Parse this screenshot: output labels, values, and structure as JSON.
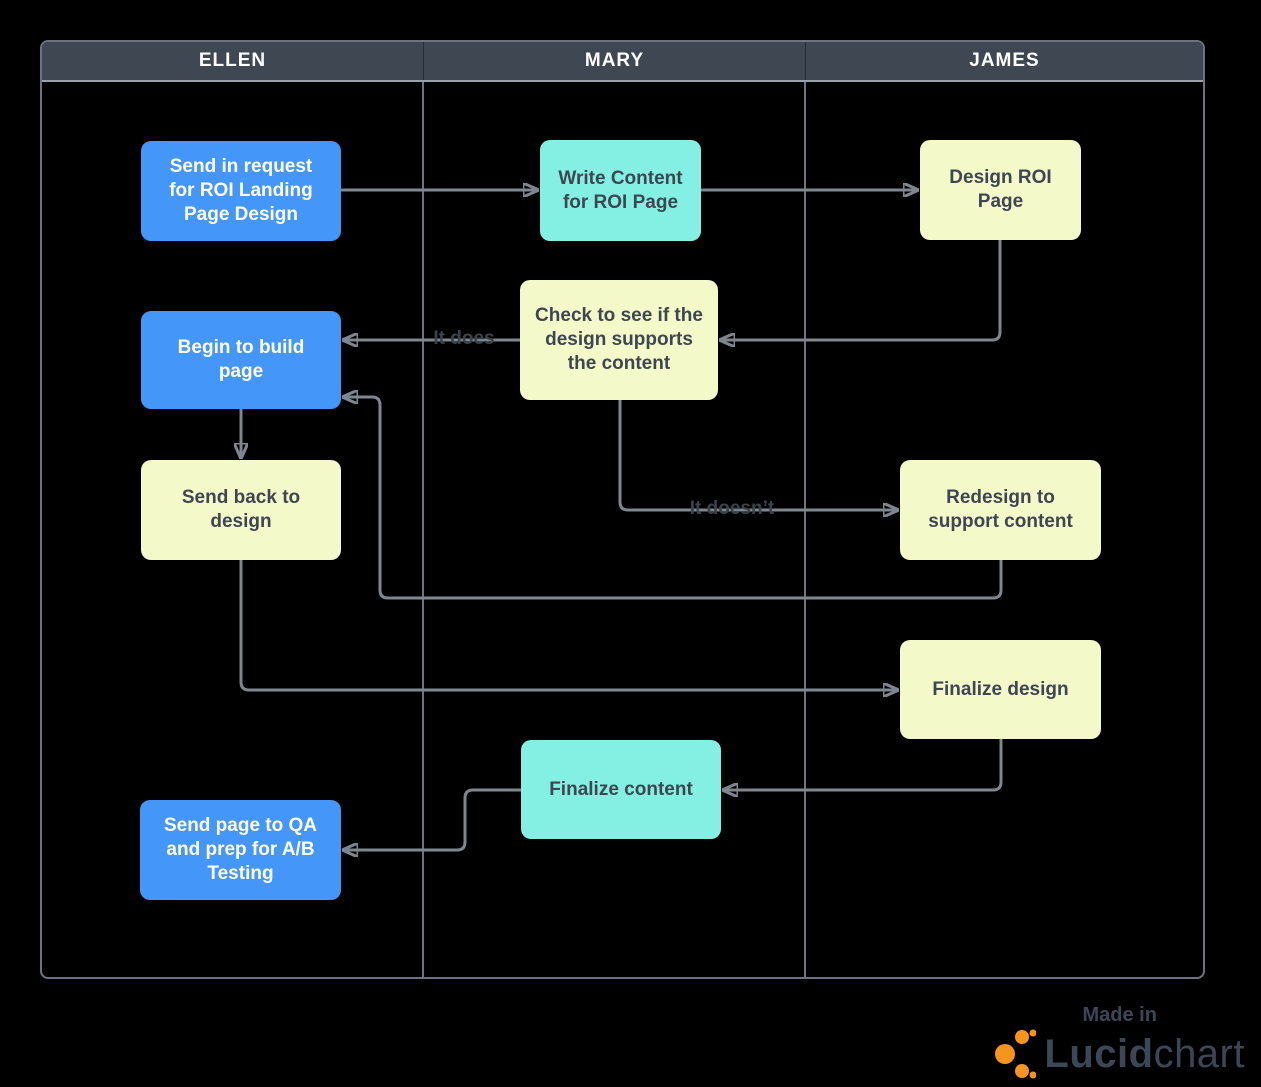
{
  "lanes": [
    {
      "label": "ELLEN"
    },
    {
      "label": "MARY"
    },
    {
      "label": "JAMES"
    }
  ],
  "nodes": [
    {
      "label": "Send in request for ROI Landing Page Design",
      "lane": "ELLEN",
      "shape_color": "#4496F8",
      "text_color": "#FFFFFF"
    },
    {
      "label": "Write Content for ROI Page",
      "lane": "MARY",
      "shape_color": "#84F0E4",
      "text_color": "#3F4651"
    },
    {
      "label": "Design ROI Page",
      "lane": "JAMES",
      "shape_color": "#F4F9CA",
      "text_color": "#3F4651"
    },
    {
      "label": "Check to see if the design supports the content",
      "lane": "MARY",
      "shape_color": "#F4F9CA",
      "text_color": "#3F4651"
    },
    {
      "label": "Begin to build page",
      "lane": "ELLEN",
      "shape_color": "#4496F8",
      "text_color": "#FFFFFF"
    },
    {
      "label": "Send back to design",
      "lane": "ELLEN",
      "shape_color": "#F4F9CA",
      "text_color": "#3F4651"
    },
    {
      "label": "Redesign to support content",
      "lane": "JAMES",
      "shape_color": "#F4F9CA",
      "text_color": "#3F4651"
    },
    {
      "label": "Finalize design",
      "lane": "JAMES",
      "shape_color": "#F4F9CA",
      "text_color": "#3F4651"
    },
    {
      "label": "Finalize content",
      "lane": "MARY",
      "shape_color": "#84F0E4",
      "text_color": "#3F4651"
    },
    {
      "label": "Send page to QA and prep for A/B Testing",
      "lane": "ELLEN",
      "shape_color": "#4496F8",
      "text_color": "#FFFFFF"
    }
  ],
  "edge_labels": [
    {
      "text": "It does"
    },
    {
      "text": "It doesn’t"
    }
  ],
  "branding": {
    "made_in": "Made in",
    "logo_bold": "Lucid",
    "logo_regular": "chart"
  },
  "colors": {
    "background": "#000000",
    "header_bg": "#3E4752",
    "header_text": "#FFFFFF",
    "frame_border": "#6B7480",
    "connector": "#7E868F",
    "node_blue": "#4496F8",
    "node_teal": "#84F0E4",
    "node_yellow": "#F4F9CA",
    "edge_label_text": "#3A424C",
    "logo_text": "#3B4656",
    "logo_orange": "#F7941D"
  }
}
